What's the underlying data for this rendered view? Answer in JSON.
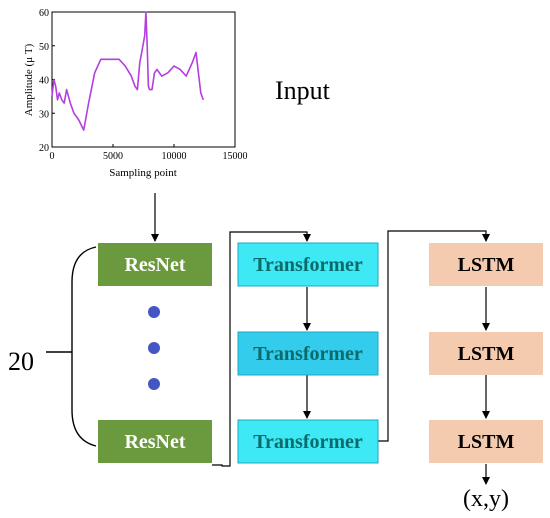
{
  "input_label": "Input",
  "count_label": "20",
  "output_label": "(x,y)",
  "colors": {
    "resnet_fill": "#6b9a3e",
    "resnet_text": "#ffffff",
    "transformer_fill": "#3ee8f5",
    "transformer_mid_fill": "#33ccec",
    "transformer_text": "#0b6a6a",
    "lstm_fill": "#f5cbb0",
    "lstm_text": "#000000",
    "dot": "#4455c4",
    "signal": "#b43ee0"
  },
  "columns": [
    {
      "name": "resnet",
      "boxes": [
        {
          "label": "ResNet"
        },
        {
          "label": "ResNet"
        }
      ],
      "ellipsis_dots": 3
    },
    {
      "name": "transformer",
      "boxes": [
        {
          "label": "Transformer"
        },
        {
          "label": "Transformer"
        },
        {
          "label": "Transformer"
        }
      ]
    },
    {
      "name": "lstm",
      "boxes": [
        {
          "label": "LSTM"
        },
        {
          "label": "LSTM"
        },
        {
          "label": "LSTM"
        }
      ]
    }
  ],
  "chart_data": {
    "type": "line",
    "title": "",
    "xlabel": "Sampling point",
    "ylabel": "Amplitude (μ T)",
    "xlim": [
      0,
      15000
    ],
    "ylim": [
      20,
      60
    ],
    "xticks": [
      0,
      5000,
      10000,
      15000
    ],
    "yticks": [
      20,
      30,
      40,
      50,
      60
    ],
    "grid": false,
    "series": [
      {
        "x": [
          0,
          150,
          300,
          450,
          600,
          800,
          1000,
          1200,
          1500,
          1800,
          2200,
          2600,
          3000,
          3500,
          4000,
          4500,
          5000,
          5500,
          6000,
          6500,
          6800,
          7000,
          7200,
          7400,
          7600,
          7700,
          7800,
          7900,
          8000,
          8200,
          8400,
          8600,
          9000,
          9500,
          10000,
          10500,
          11000,
          11500,
          11800,
          12000,
          12200,
          12400
        ],
        "y": [
          35,
          40,
          38,
          34,
          36,
          34,
          33,
          37,
          33,
          30,
          28,
          25,
          33,
          42,
          46,
          46,
          46,
          46,
          44,
          41,
          38,
          37,
          45,
          49,
          53,
          60,
          50,
          38,
          37,
          37,
          42,
          43,
          41,
          42,
          44,
          43,
          41,
          45,
          48,
          42,
          36,
          34
        ]
      }
    ]
  }
}
